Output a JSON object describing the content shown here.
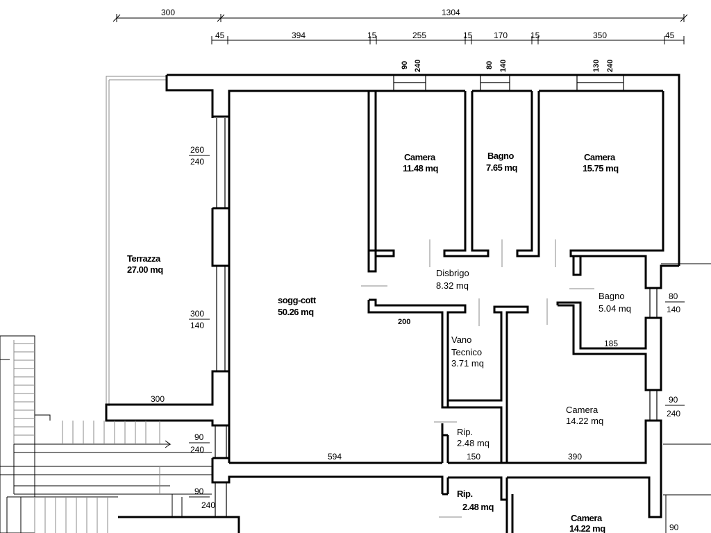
{
  "top_dims": {
    "row1": [
      "300",
      "1304"
    ],
    "row2": [
      "45",
      "394",
      "15",
      "255",
      "15",
      "170",
      "15",
      "350",
      "45"
    ]
  },
  "window_dims": [
    {
      "a": "90",
      "b": "240"
    },
    {
      "a": "80",
      "b": "140"
    },
    {
      "a": "130",
      "b": "240"
    }
  ],
  "rooms": {
    "terrazza": {
      "name": "Terrazza",
      "area": "27.00 mq"
    },
    "soggiorno": {
      "name": "sogg-cott",
      "area": "50.26 mq"
    },
    "camera1": {
      "name": "Camera",
      "area": "11.48 mq"
    },
    "bagno1": {
      "name": "Bagno",
      "area": "7.65 mq"
    },
    "camera2": {
      "name": "Camera",
      "area": "15.75 mq"
    },
    "disbrigo": {
      "name": "Disbrigo",
      "area": "8.32 mq"
    },
    "bagno2": {
      "name": "Bagno",
      "area": "5.04 mq"
    },
    "vano": {
      "name1": "Vano",
      "name2": "Tecnico",
      "area": "3.71 mq"
    },
    "camera3": {
      "name": "Camera",
      "area": "14.22 mq"
    },
    "rip": {
      "name": "Rip.",
      "area": "2.48 mq"
    },
    "rip_lower": {
      "name": "Rip.",
      "area": "2.48 mq"
    },
    "camera_lower": {
      "name": "Camera",
      "area": "14.22 mq"
    }
  },
  "inner_dims": {
    "left_260": "260",
    "left_240a": "240",
    "left_300": "300",
    "left_140": "140",
    "terr_300": "300",
    "left_90a": "90",
    "left_240b": "240",
    "left_90b": "90",
    "left_240c": "240",
    "d200": "200",
    "d594": "594",
    "d150": "150",
    "d390": "390",
    "d185": "185",
    "right_80": "80",
    "right_140": "140",
    "right_90a": "90",
    "right_240": "240",
    "right_90b": "90"
  }
}
